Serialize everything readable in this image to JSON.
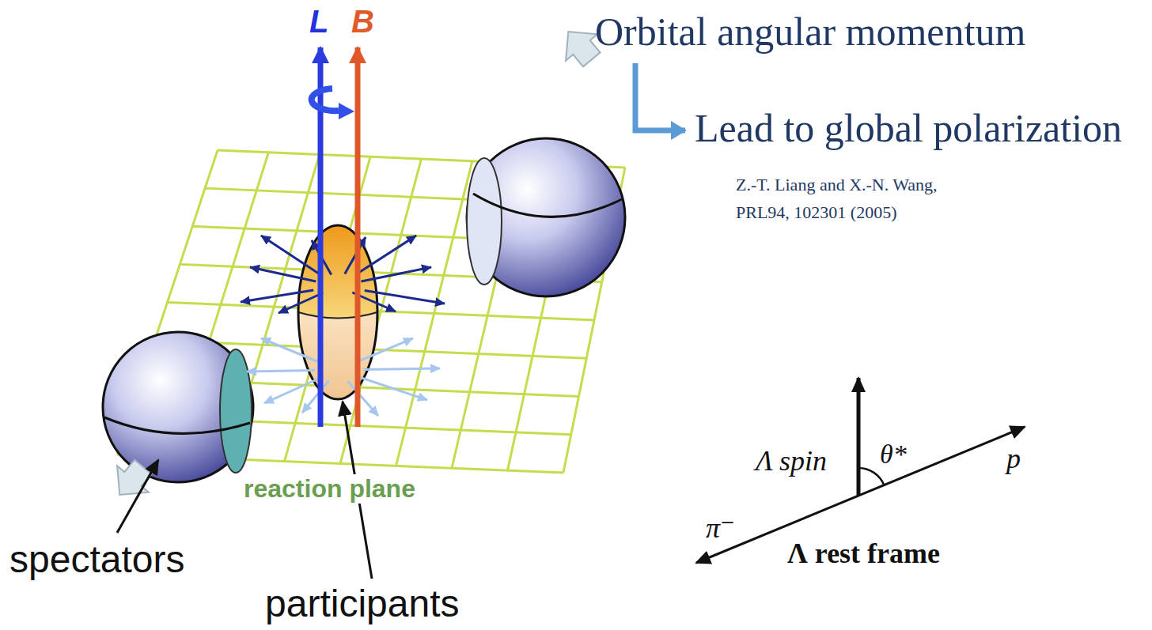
{
  "diagram": {
    "labels": [
      "L",
      "B",
      "Orbital angular momentum",
      "Lead to global polarization",
      "Z.-T. Liang and X.-N. Wang, PRL94, 102301 (2005)",
      "reaction plane",
      "spectators",
      "participants",
      "Λ spin",
      "θ*",
      "p",
      "π⁻",
      "Λ rest frame"
    ]
  }
}
